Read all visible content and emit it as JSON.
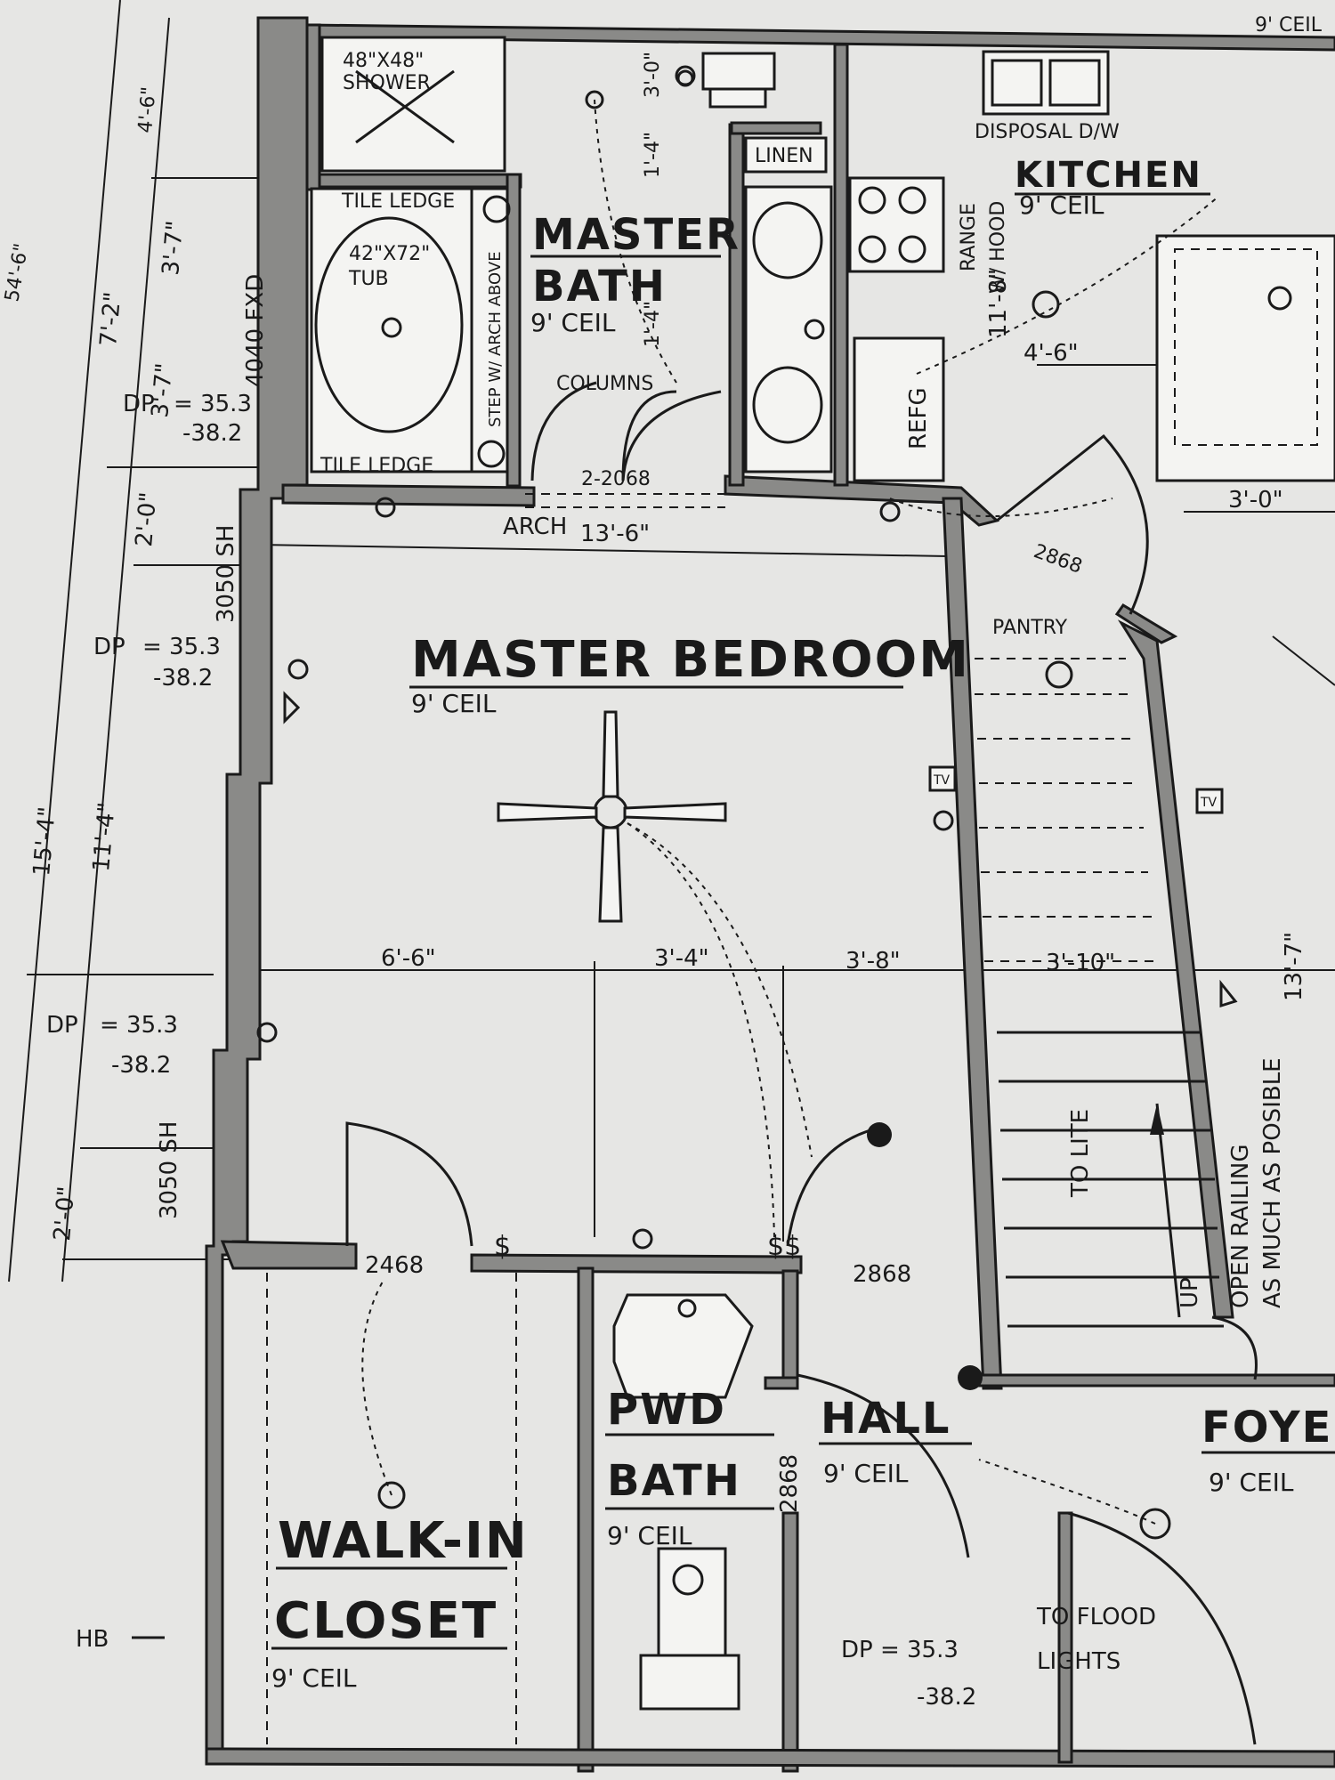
{
  "rooms": {
    "shower": "48\"X48\"",
    "shower_label": "SHOWER",
    "tile_ledge_top": "TILE LEDGE",
    "tile_ledge_bottom": "TILE LEDGE",
    "tub_size": "42\"X72\"",
    "tub": "TUB",
    "step_note": "STEP W/ ARCH ABOVE",
    "master_bath_1": "MASTER",
    "master_bath_2": "BATH",
    "master_bath_ceil": "9' CEIL",
    "linen": "LINEN",
    "columns": "COLUMNS",
    "kitchen": "KITCHEN",
    "kitchen_ceil": "9' CEIL",
    "disposal": "DISPOSAL D/W",
    "range": "RANGE",
    "hood": "W/ HOOD",
    "refg": "REFG",
    "pantry": "PANTRY",
    "master_bedroom": "MASTER BEDROOM",
    "master_bedroom_ceil": "9' CEIL",
    "pwd_1": "PWD",
    "pwd_2": "BATH",
    "pwd_ceil": "9' CEIL",
    "hall": "HALL",
    "hall_ceil": "9' CEIL",
    "foyer": "FOYE",
    "foyer_ceil": "9' CEIL",
    "walkin_1": "WALK-IN",
    "walkin_2": "CLOSET",
    "walkin_ceil": "9' CEIL",
    "stair_note": "TO LITE",
    "stair_up": "UP",
    "railing_1": "OPEN RAILING",
    "railing_2": "AS MUCH AS POSIBLE",
    "flood_1": "TO FLOOD",
    "flood_2": "LIGHTS",
    "tv": "TV",
    "hb": "HB",
    "arch": "ARCH",
    "top_ceil": "9' CEIL"
  },
  "dims": {
    "overall": "54'-6\"",
    "d_4_6": "4'-6\"",
    "d_7_2": "7'-2\"",
    "d_3_7": "3'-7\"",
    "dp_1a": "DP",
    "d_3_7b": "3'-7\"",
    "d_2_0_top": "2'-0\"",
    "d_15_4": "15'-4\"",
    "d_11_4": "11'-4\"",
    "d_2_0_bot": "2'-0\"",
    "d_3_0_top": "3'-0\"",
    "d_1_4": "1'-4\"",
    "d_1_4b": "1'-4\"",
    "d_11_8": "11'-8\"",
    "d_4_6b": "4'-6\"",
    "d_3_0b": "3'-0\"",
    "d_13_6": "13'-6\"",
    "d_6_6": "6'-6\"",
    "d_3_4": "3'-4\"",
    "d_3_8": "3'-8\"",
    "d_3_10": "3'-10\"",
    "d_13_7": "13'-7\"",
    "win_4040": "4040 FXD",
    "win_3050a": "3050 SH",
    "win_3050b": "3050 SH",
    "door_2_2068": "2-2068",
    "door_2868a": "2868",
    "door_2468": "2468",
    "door_2868b": "2868",
    "door_2868c": "2868",
    "dp_a1": "= 35.3",
    "dp_a2": "-38.2",
    "dp_b0": "DP",
    "dp_b1": "= 35.3",
    "dp_b2": "-38.2",
    "dp_c0": "DP",
    "dp_c1": "= 35.3",
    "dp_c2": "-38.2",
    "dp_d1": "DP = 35.3",
    "dp_d2": "-38.2"
  }
}
